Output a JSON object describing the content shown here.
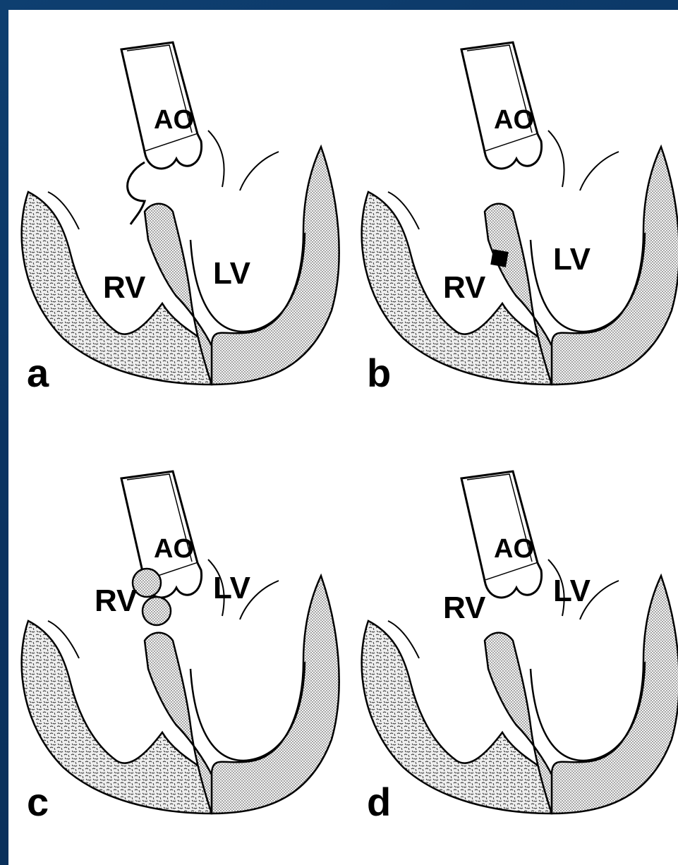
{
  "panels": [
    {
      "letter": "a",
      "ao": "AO",
      "rv": "RV",
      "lv": "LV"
    },
    {
      "letter": "b",
      "ao": "AO",
      "rv": "RV",
      "lv": "LV"
    },
    {
      "letter": "c",
      "ao": "AO",
      "rv": "RV",
      "lv": "LV"
    },
    {
      "letter": "d",
      "ao": "AO",
      "rv": "RV",
      "lv": "LV"
    }
  ],
  "colors": {
    "frame": "#0d3660",
    "panel": "#ffffff",
    "ink": "#000000",
    "myocardium_lv": "#d9d9d9",
    "myocardium_rv": "#c8c8c8"
  }
}
